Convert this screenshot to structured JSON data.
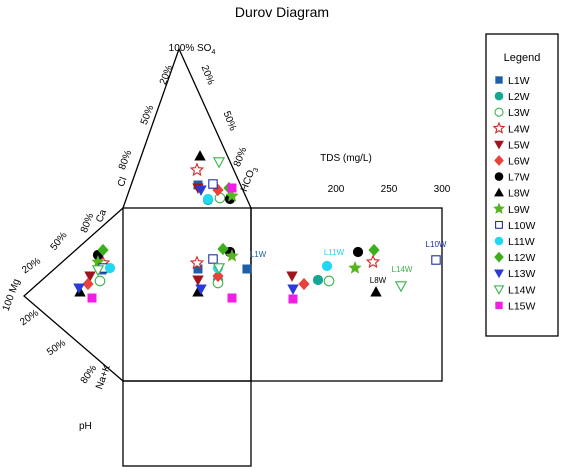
{
  "chart_data": {
    "type": "scatter",
    "title": "Durov Diagram",
    "axes": {
      "anion_triangle": {
        "apex": "100% SO4",
        "left_side": "Cl",
        "right_side": "HCO3",
        "ticks_left": [
          "20%",
          "50%",
          "80%"
        ],
        "ticks_right": [
          "20%",
          "50%",
          "80%"
        ]
      },
      "cation_triangle": {
        "apex": "100 Mg",
        "top_side": "Ca",
        "bottom_side": "Na+K",
        "ticks_top": [
          "20%",
          "50%",
          "80%"
        ],
        "ticks_bottom": [
          "20%",
          "50%",
          "80%"
        ]
      },
      "tds": {
        "label": "TDS (mg/L)",
        "ticks": [
          200,
          250,
          300
        ]
      },
      "ph": {
        "label": "pH"
      }
    },
    "legend": {
      "title": "Legend",
      "position": "right"
    },
    "series": [
      {
        "name": "L1W",
        "color": "#1f5fa8",
        "marker": "square-filled"
      },
      {
        "name": "L2W",
        "color": "#13a893",
        "marker": "circle-filled"
      },
      {
        "name": "L3W",
        "color": "#3cb44b",
        "marker": "circle-open"
      },
      {
        "name": "L4W",
        "color": "#d62728",
        "marker": "star-open"
      },
      {
        "name": "L5W",
        "color": "#a0141e",
        "marker": "triangle-down-filled"
      },
      {
        "name": "L6W",
        "color": "#e8423c",
        "marker": "diamond-filled"
      },
      {
        "name": "L7W",
        "color": "#000000",
        "marker": "circle-filled"
      },
      {
        "name": "L8W",
        "color": "#000000",
        "marker": "triangle-up-filled"
      },
      {
        "name": "L9W",
        "color": "#56b41d",
        "marker": "star-filled"
      },
      {
        "name": "L10W",
        "color": "#1f2ea8",
        "marker": "square-open"
      },
      {
        "name": "L11W",
        "color": "#20d8f0",
        "marker": "circle-filled"
      },
      {
        "name": "L12W",
        "color": "#3daf1e",
        "marker": "diamond-filled"
      },
      {
        "name": "L13W",
        "color": "#2a3bd6",
        "marker": "triangle-down-filled"
      },
      {
        "name": "L14W",
        "color": "#3cb44b",
        "marker": "triangle-down-open"
      },
      {
        "name": "L15W",
        "color": "#f21ee6",
        "marker": "square-filled"
      }
    ],
    "tds_point_labels": [
      {
        "text": "L1W",
        "series": "L1W",
        "tds": 116
      },
      {
        "text": "L11W",
        "series": "L11W",
        "tds": 195
      },
      {
        "text": "L8W",
        "series": "L8W",
        "tds": 237
      },
      {
        "text": "L14W",
        "series": "L14W",
        "tds": 265
      },
      {
        "text": "L10W",
        "series": "L10W",
        "tds": 297
      }
    ]
  }
}
